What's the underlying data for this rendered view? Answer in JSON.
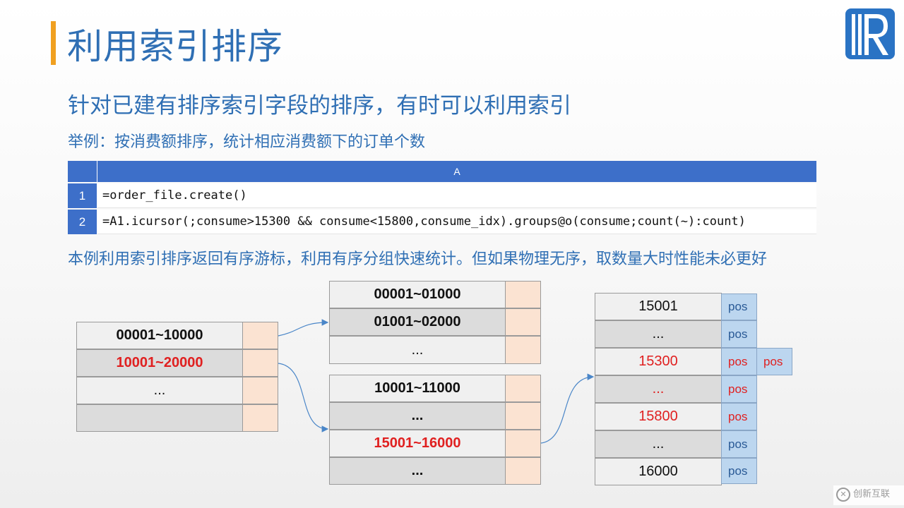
{
  "slide": {
    "title": "利用索引排序",
    "subtitle": "针对已建有排序索引字段的排序，有时可以利用索引",
    "example": "举例：按消费额排序，统计相应消费额下的订单个数",
    "note": "本例利用索引排序返回有序游标，利用有序分组快速统计。但如果物理无序，取数量大时性能未必更好",
    "colors": {
      "title": "#2f6fb4",
      "accent_bar": "#f0a020",
      "header": "#3d6fc9",
      "highlight": "#e02020",
      "pointer": "#fbe3d2",
      "pos": "#bcd6ef"
    }
  },
  "logo": {
    "icon": "r-logo-icon"
  },
  "code_grid": {
    "column_header": "A",
    "rows": [
      {
        "num": "1",
        "code": "=order_file.create()"
      },
      {
        "num": "2",
        "code": "=A1.icursor(;consume>15300 && consume<15800,consume_idx).groups@o(consume;count(~):count)"
      }
    ]
  },
  "diagram": {
    "level1": [
      "00001~10000",
      "10001~20000",
      "...",
      ""
    ],
    "level2_top": [
      "00001~01000",
      "01001~02000",
      "..."
    ],
    "level2_bottom": [
      "10001~11000",
      "...",
      "15001~16000",
      "..."
    ],
    "level3": [
      "15001",
      "...",
      "15300",
      "...",
      "15800",
      "...",
      "16000"
    ],
    "pos_label": "pos"
  },
  "watermark": {
    "text": "创新互联",
    "icon": "logo-x-icon"
  }
}
